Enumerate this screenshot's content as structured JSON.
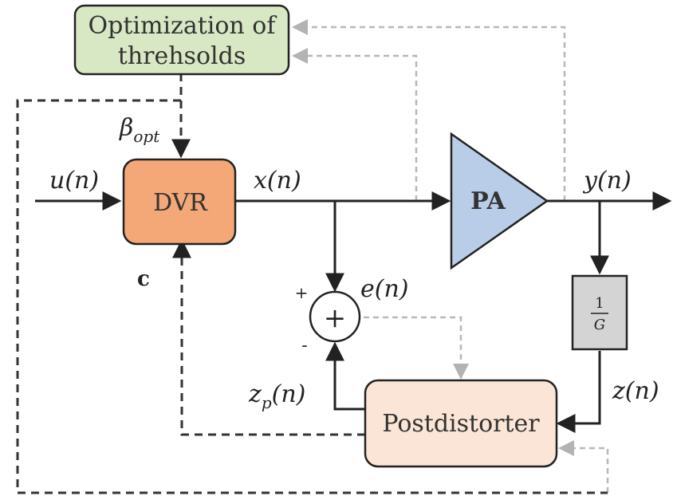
{
  "blocks": {
    "optimization": {
      "line1": "Optimization of",
      "line2": "threhsolds",
      "fill": "#d9e8c4"
    },
    "dvr": {
      "label": "DVR",
      "fill": "#f4a777"
    },
    "pa": {
      "label": "PA",
      "fill": "#b9cde9"
    },
    "gain": {
      "numerator": "1",
      "denominator": "G",
      "fill": "#d4d4d4"
    },
    "postdistorter": {
      "label": "Postdistorter",
      "fill": "#fbe5d6"
    },
    "summer": {
      "symbol": "+",
      "plus": "+",
      "minus": "-"
    }
  },
  "signals": {
    "u": "u(n)",
    "x": "x(n)",
    "y": "y(n)",
    "z": "z(n)",
    "e": "e(n)",
    "zp_base": "z",
    "zp_sub": "p",
    "zp_arg": "(n)",
    "beta_base": "β",
    "beta_sub": "opt",
    "c": "c"
  }
}
